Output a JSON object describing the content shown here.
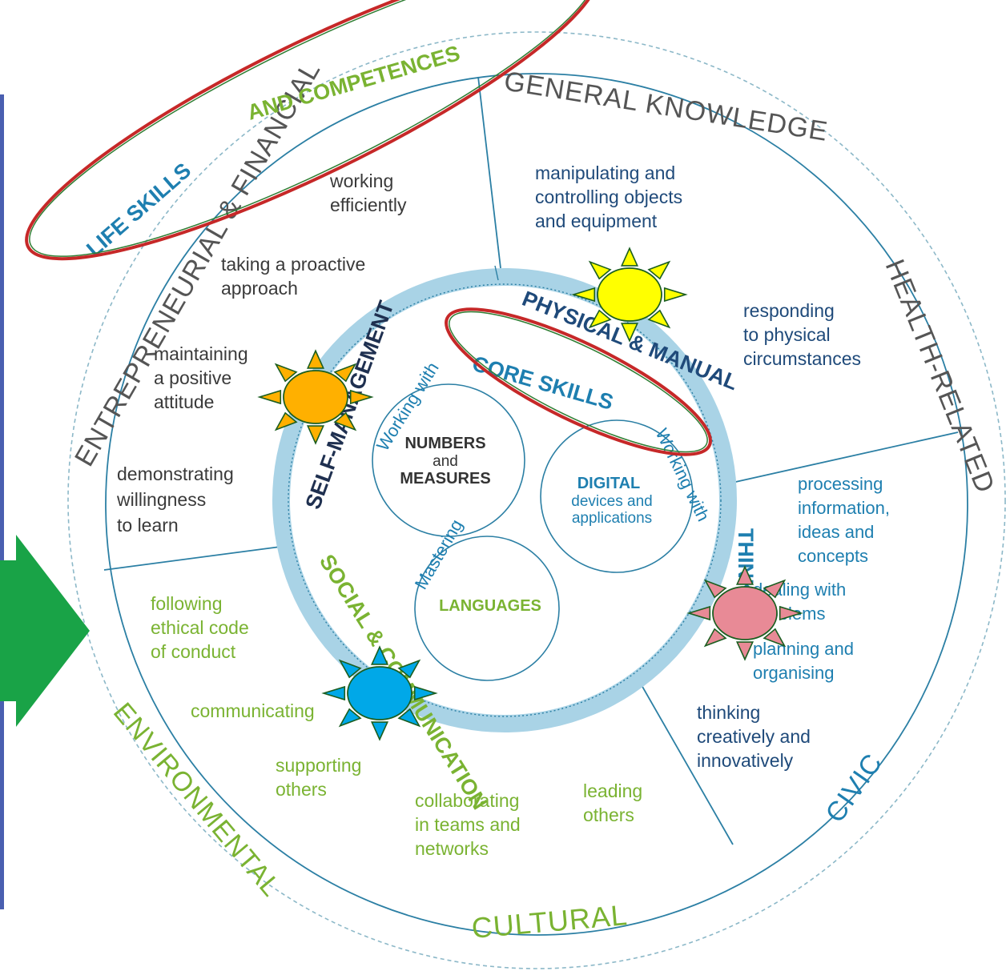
{
  "title": {
    "life_skills": "LIFE SKILLS",
    "and_competences": "AND COMPETENCES"
  },
  "outer_ring": {
    "entrepreneurial": "ENTREPRENEURIAL & FINANCIAL",
    "general_knowledge": "GENERAL KNOWLEDGE",
    "health": "HEALTH-RELATED",
    "civic": "CIVIC",
    "cultural": "CULTURAL",
    "environmental": "ENVIRONMENTAL"
  },
  "band": {
    "self_management": "SELF-MANAGEMENT",
    "physical_manual": "PHYSICAL & MANUAL",
    "thinking": "THINKING",
    "social_communication": "SOCIAL & COMMUNICATION"
  },
  "core": {
    "title": "CORE SKILLS",
    "numbers_prefix": "Working with",
    "numbers_1": "NUMBERS",
    "numbers_2": "and",
    "numbers_3": "MEASURES",
    "digital_prefix": "Working with",
    "digital_1": "DIGITAL",
    "digital_2": "devices and",
    "digital_3": "applications",
    "languages_prefix": "Mastering",
    "languages_1": "LANGUAGES"
  },
  "skills": {
    "working_efficiently": [
      "working",
      "efficiently"
    ],
    "proactive": [
      "taking a proactive",
      "approach"
    ],
    "positive": [
      "maintaining",
      "a positive",
      "attitude"
    ],
    "willingness": [
      "demonstrating",
      "willingness",
      "to learn"
    ],
    "manipulating": [
      "manipulating and",
      "controlling objects",
      "and equipment"
    ],
    "responding": [
      "responding",
      "to physical",
      "circumstances"
    ],
    "processing": [
      "processing",
      "information,",
      "ideas and",
      "concepts"
    ],
    "problems": [
      "dealing with",
      "problems"
    ],
    "planning": [
      "planning and",
      "organising"
    ],
    "creatively": [
      "thinking",
      "creatively and",
      "innovatively"
    ],
    "ethical": [
      "following",
      "ethical code",
      "of conduct"
    ],
    "communicating": [
      "communicating"
    ],
    "supporting": [
      "supporting",
      "others"
    ],
    "collaborating": [
      "collaborating",
      "in teams and",
      "networks"
    ],
    "leading": [
      "leading",
      "others"
    ]
  },
  "colors": {
    "green": "#7ab332",
    "navy": "#1f4a7a",
    "teal": "#1e7fb0",
    "band": "#a9d3e6",
    "highlight_red": "#c62828",
    "arrow_green": "#19a347",
    "sun_yellow": "#ffff00",
    "sun_orange": "#ffb000",
    "sun_pink": "#e88a96",
    "sun_blue": "#00a8e8"
  }
}
